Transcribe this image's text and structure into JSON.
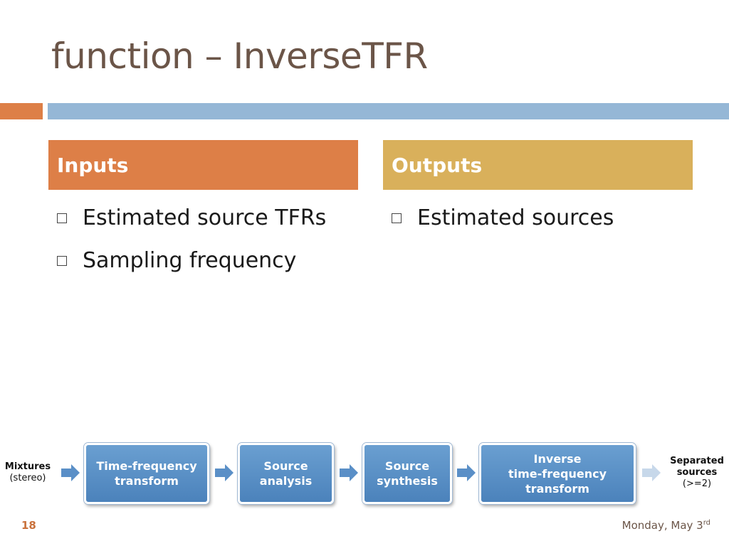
{
  "slide": {
    "title": "function – InverseTFR",
    "page_number": "18",
    "date_text": "Monday, May 3",
    "date_suffix": "rd"
  },
  "inputs": {
    "heading": "Inputs",
    "items": [
      "Estimated source TFRs",
      "Sampling frequency"
    ]
  },
  "outputs": {
    "heading": "Outputs",
    "items": [
      "Estimated sources"
    ]
  },
  "flow": {
    "start": {
      "line1": "Mixtures",
      "line2": "(stereo)"
    },
    "nodes": [
      {
        "lines": [
          "Time-frequency",
          "transform"
        ]
      },
      {
        "lines": [
          "Source",
          "analysis"
        ]
      },
      {
        "lines": [
          "Source",
          "synthesis"
        ]
      },
      {
        "lines": [
          "Inverse",
          "time-frequency",
          "transform"
        ]
      }
    ],
    "end": {
      "line1": "Separated",
      "line2": "sources",
      "line3": "(>=2)"
    }
  },
  "colors": {
    "accent_orange": "#dd7f47",
    "accent_gold": "#d9b05b",
    "accent_blue": "#95b7d6",
    "node_blue": "#4f86c0"
  }
}
